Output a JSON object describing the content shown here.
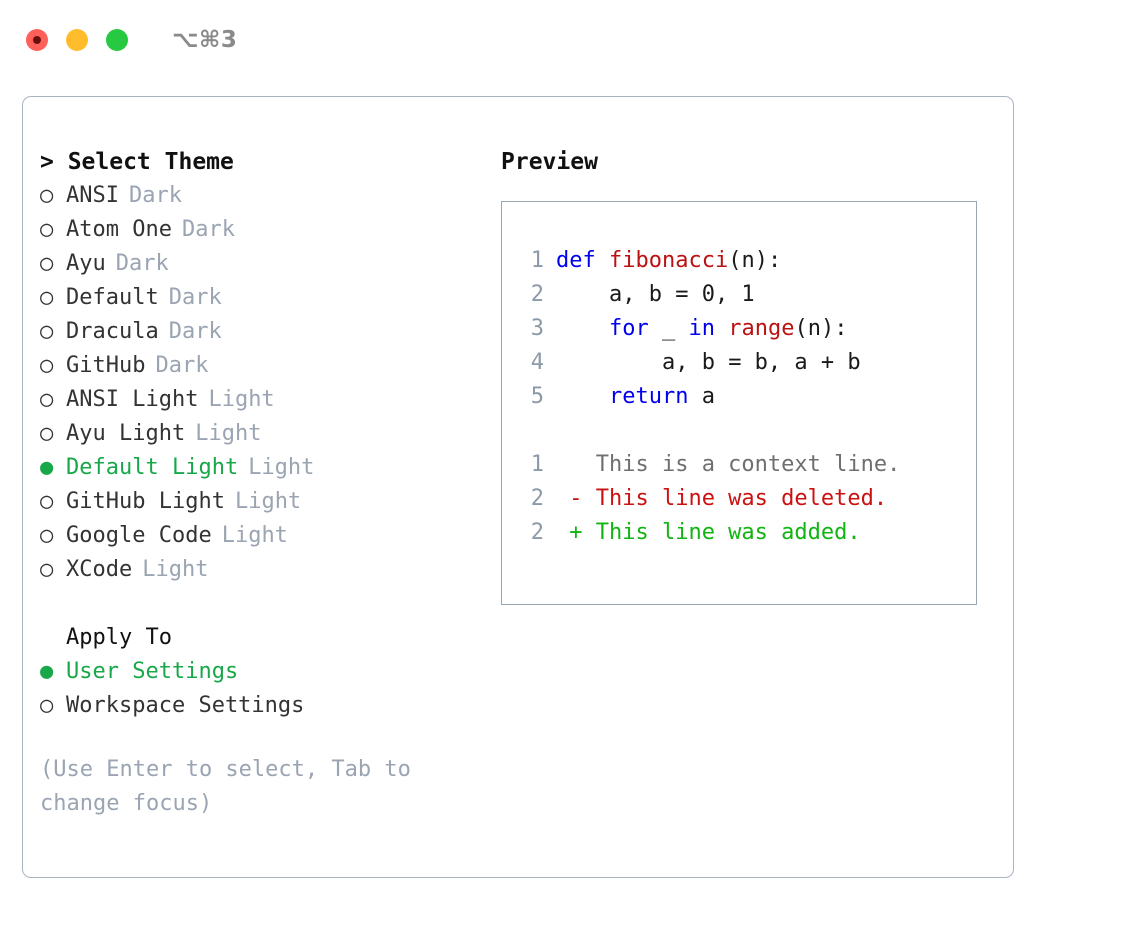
{
  "titlebar": {
    "shortcut": "⌥⌘3",
    "buttons": [
      {
        "name": "close",
        "color": "#ff6059"
      },
      {
        "name": "minimize",
        "color": "#ffbd2e"
      },
      {
        "name": "maximize",
        "color": "#26c940"
      }
    ]
  },
  "theme_list": {
    "heading": "> Select Theme",
    "marker_selected": "●",
    "marker_unselected": "○",
    "accent_color": "#18a849",
    "tag_color": "#9aa4b2",
    "items": [
      {
        "label": "ANSI",
        "tag": "Dark",
        "selected": false
      },
      {
        "label": "Atom One",
        "tag": "Dark",
        "selected": false
      },
      {
        "label": "Ayu",
        "tag": "Dark",
        "selected": false
      },
      {
        "label": "Default",
        "tag": "Dark",
        "selected": false
      },
      {
        "label": "Dracula",
        "tag": "Dark",
        "selected": false
      },
      {
        "label": "GitHub",
        "tag": "Dark",
        "selected": false
      },
      {
        "label": "ANSI Light",
        "tag": "Light",
        "selected": false
      },
      {
        "label": "Ayu Light",
        "tag": "Light",
        "selected": false
      },
      {
        "label": "Default Light",
        "tag": "Light",
        "selected": true
      },
      {
        "label": "GitHub Light",
        "tag": "Light",
        "selected": false
      },
      {
        "label": "Google Code",
        "tag": "Light",
        "selected": false
      },
      {
        "label": "XCode",
        "tag": "Light",
        "selected": false
      }
    ]
  },
  "apply_to": {
    "heading": "Apply To",
    "items": [
      {
        "label": "User Settings",
        "selected": true
      },
      {
        "label": "Workspace Settings",
        "selected": false
      }
    ]
  },
  "hint": "(Use Enter to select, Tab to change focus)",
  "preview": {
    "heading": "Preview",
    "code_lines": [
      {
        "no": "1",
        "indent": "",
        "tokens": [
          {
            "t": "def ",
            "c": "kw"
          },
          {
            "t": "fibonacci",
            "c": "fn"
          },
          {
            "t": "(n):",
            "c": "plain"
          }
        ]
      },
      {
        "no": "2",
        "indent": "    ",
        "tokens": [
          {
            "t": "a, b = 0, 1",
            "c": "plain"
          }
        ]
      },
      {
        "no": "3",
        "indent": "    ",
        "tokens": [
          {
            "t": "for ",
            "c": "kw"
          },
          {
            "t": "_ ",
            "c": "plain"
          },
          {
            "t": "in ",
            "c": "kw"
          },
          {
            "t": "range",
            "c": "fn"
          },
          {
            "t": "(n):",
            "c": "plain"
          }
        ]
      },
      {
        "no": "4",
        "indent": "        ",
        "tokens": [
          {
            "t": "a, b = b, a + b",
            "c": "plain"
          }
        ]
      },
      {
        "no": "5",
        "indent": "    ",
        "tokens": [
          {
            "t": "return ",
            "c": "kw"
          },
          {
            "t": "a",
            "c": "plain"
          }
        ]
      }
    ],
    "diff_lines": [
      {
        "no": "1",
        "sign": " ",
        "text": "This is a context line.",
        "kind": "ctx"
      },
      {
        "no": "2",
        "sign": "-",
        "text": "This line was deleted.",
        "kind": "del"
      },
      {
        "no": "2",
        "sign": "+",
        "text": "This line was added.",
        "kind": "add"
      }
    ],
    "colors": {
      "keyword": "#0000ee",
      "function": "#bb1111",
      "plain": "#1a1a1a",
      "lineno": "#8c99a8",
      "context": "#6f6f6f",
      "deleted": "#cc1111",
      "added": "#11b511",
      "border": "#9aa8b4"
    }
  }
}
